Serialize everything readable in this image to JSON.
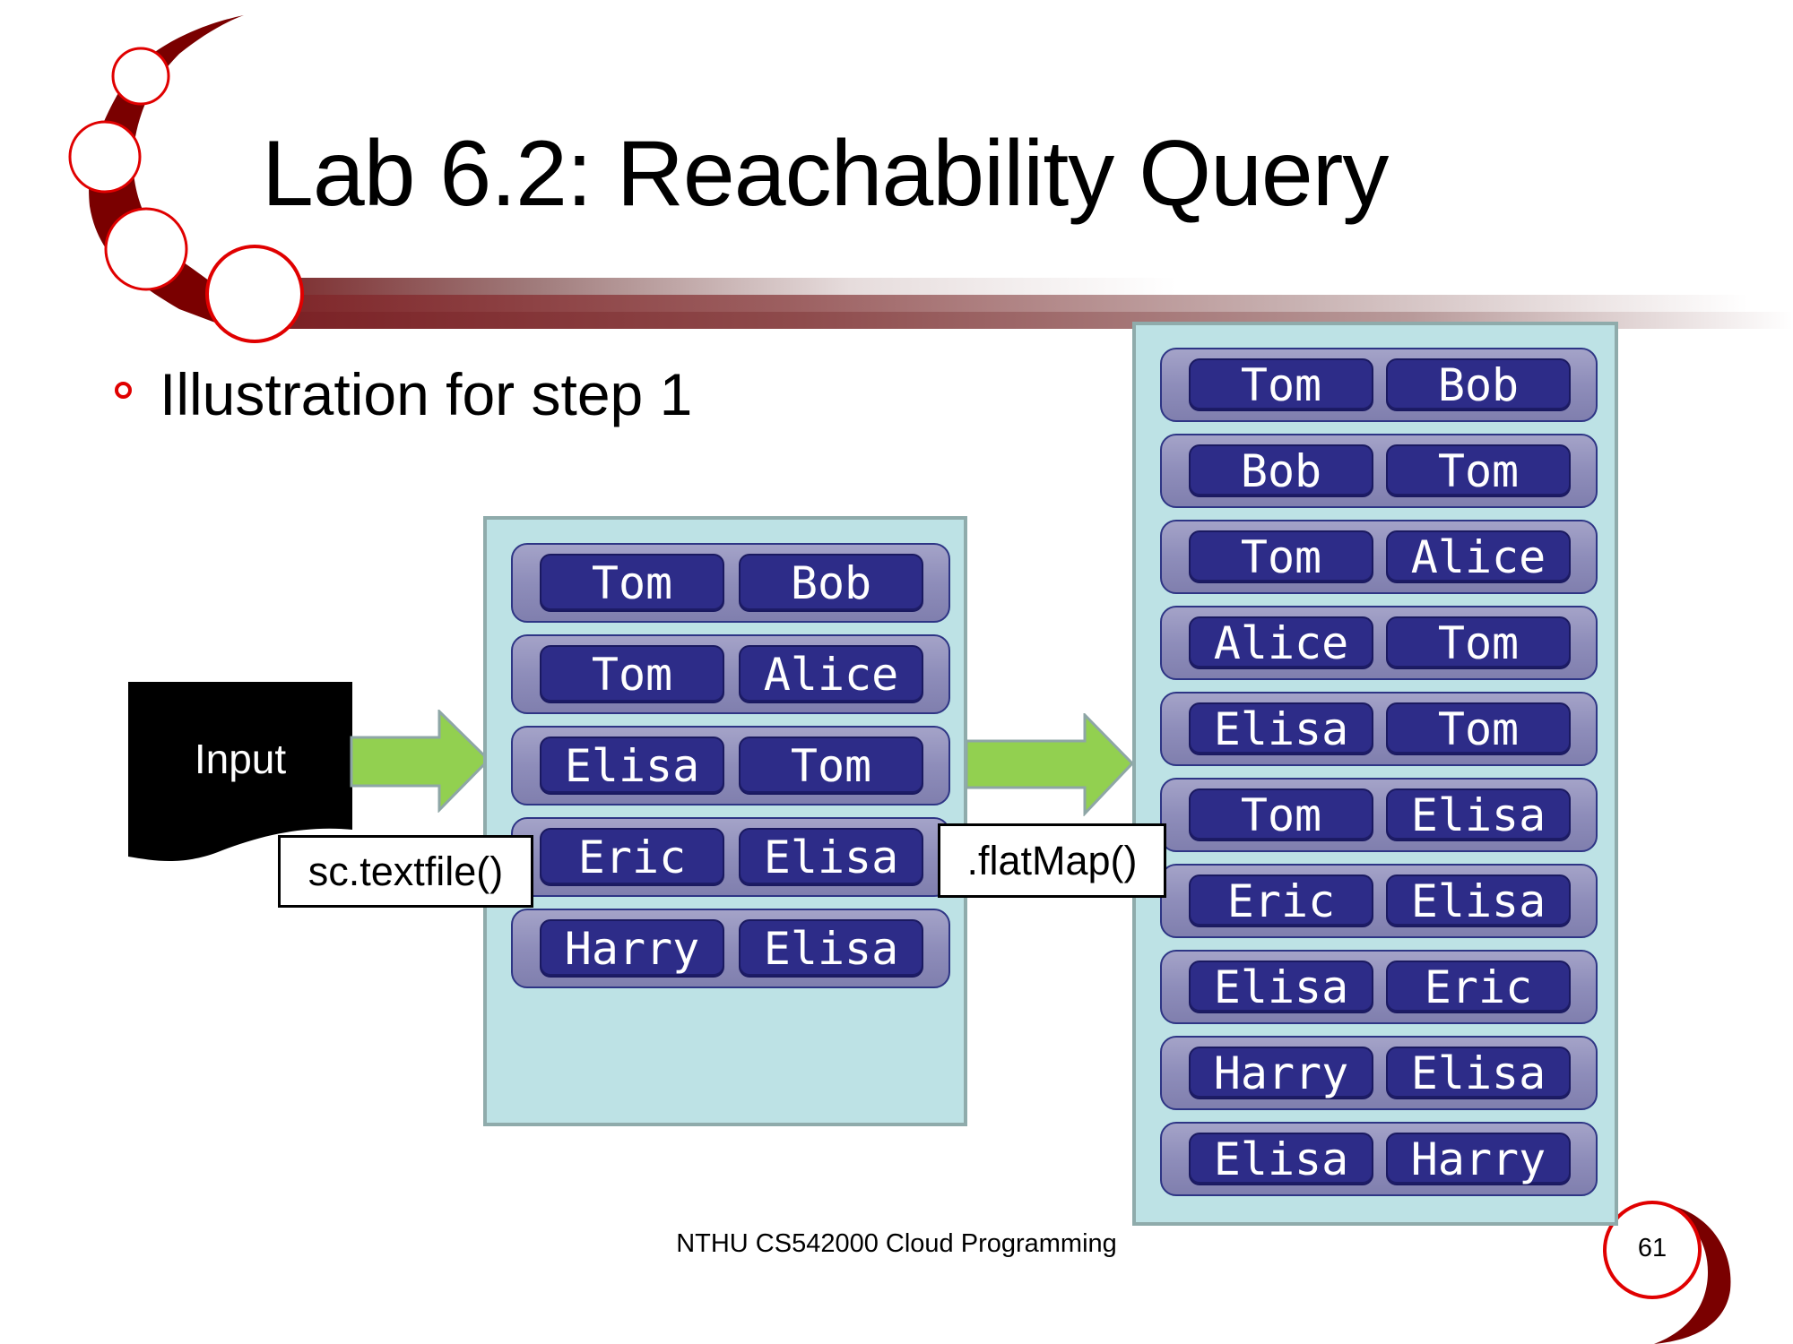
{
  "slide": {
    "title": "Lab 6.2: Reachability Query",
    "bullet": "Illustration for step 1",
    "footer": "NTHU CS542000 Cloud Programming",
    "page_number": "61"
  },
  "diagram": {
    "input_label": "Input",
    "step1_label": "sc.textfile()",
    "step2_label": ".flatMap()",
    "input_pairs": [
      [
        "Tom",
        "Bob"
      ],
      [
        "Tom",
        "Alice"
      ],
      [
        "Elisa",
        "Tom"
      ],
      [
        "Eric",
        "Elisa"
      ],
      [
        "Harry",
        "Elisa"
      ]
    ],
    "output_pairs": [
      [
        "Tom",
        "Bob"
      ],
      [
        "Bob",
        "Tom"
      ],
      [
        "Tom",
        "Alice"
      ],
      [
        "Alice",
        "Tom"
      ],
      [
        "Elisa",
        "Tom"
      ],
      [
        "Tom",
        "Elisa"
      ],
      [
        "Eric",
        "Elisa"
      ],
      [
        "Elisa",
        "Eric"
      ],
      [
        "Harry",
        "Elisa"
      ],
      [
        "Elisa",
        "Harry"
      ]
    ]
  },
  "colors": {
    "accent_red": "#e00000",
    "dark_red": "#7a0000",
    "panel_bg": "#bde2e5",
    "chip_bg": "#2d2c88",
    "row_bg": "#8e8dba",
    "arrow_green": "#92d050"
  }
}
